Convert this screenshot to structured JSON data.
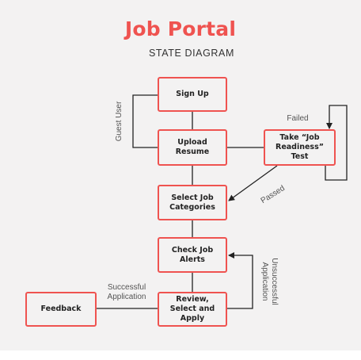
{
  "title": "Job Portal",
  "subtitle": "STATE DIAGRAM",
  "colors": {
    "accent": "#ef5350",
    "background": "#f3f2f2",
    "line": "#222222"
  },
  "nodes": {
    "sign_up": "Sign Up",
    "upload_resume": "Upload\nResume",
    "take_test": "Take “Job\nReadiness”\nTest",
    "select_categories": "Select Job\nCategories",
    "check_alerts": "Check Job\nAlerts",
    "review_apply": "Review,\nSelect and\nApply",
    "feedback": "Feedback"
  },
  "edge_labels": {
    "guest_user": "Guest User",
    "failed": "Failed",
    "passed": "Passed",
    "unsuccessful": "Unsuccessful\nApplication",
    "successful": "Successful\nApplication"
  }
}
